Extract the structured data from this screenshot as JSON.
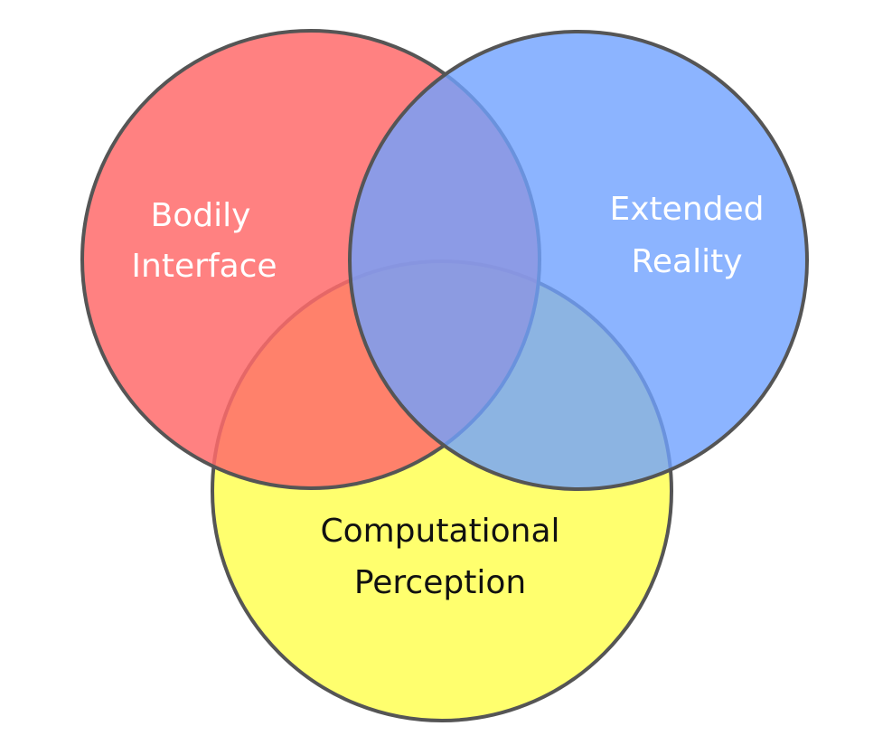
{
  "diagram": {
    "sets": [
      {
        "id": "bodily-interface",
        "label_lines": [
          "Bodily",
          "Interface"
        ],
        "fill": "#ff6b6b",
        "label_color": "#ffffff"
      },
      {
        "id": "extended-reality",
        "label_lines": [
          "Extended",
          "Reality"
        ],
        "fill": "#6fa1ff",
        "label_color": "#ffffff"
      },
      {
        "id": "computational-perception",
        "label_lines": [
          "Computational",
          "Perception"
        ],
        "fill": "#ffff66",
        "label_color": "#111111"
      }
    ],
    "stroke_color": "#555555"
  }
}
